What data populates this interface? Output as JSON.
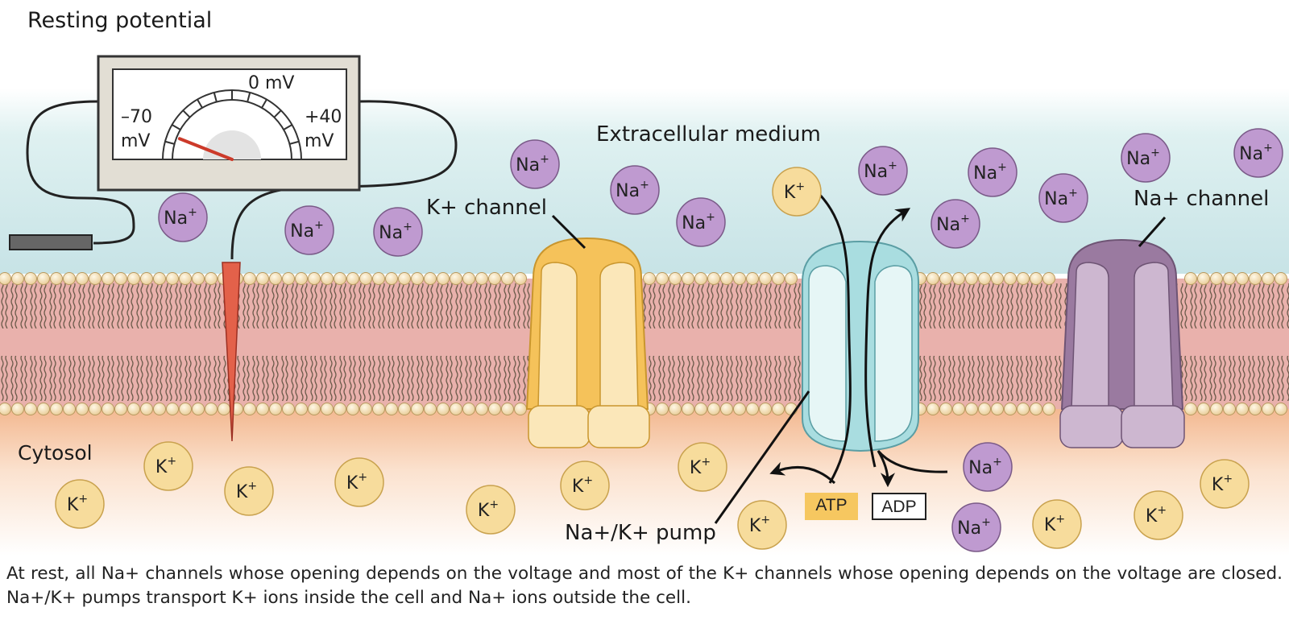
{
  "title": "Resting potential",
  "regions": {
    "extracellular": "Extracellular medium",
    "cytosol": "Cytosol"
  },
  "proteins": {
    "k_channel": "K+ channel",
    "na_channel": "Na+ channel",
    "pump": "Na+/K+ pump"
  },
  "meter": {
    "left_value": "–70",
    "left_unit": "mV",
    "center": "0 mV",
    "right_value": "+40",
    "right_unit": "mV",
    "reading_mv": -70
  },
  "energy": {
    "atp": "ATP",
    "adp": "ADP"
  },
  "ions": {
    "na": "Na",
    "k": "K",
    "charge": "+"
  },
  "caption": "At rest, all Na+ channels whose opening depends on the voltage and most of the K+ channels whose opening depends on the voltage are closed. Na+/K+ pumps transport K+ ions inside the cell and Na+ ions outside the cell.",
  "colors": {
    "na_ion": "#bf9ad0",
    "k_ion": "#f7dc9c",
    "k_channel": "#f5c25a",
    "na_channel": "#9a7aa0",
    "pump": "#a9dde0",
    "membrane": "#e9b1ac",
    "electrode": "#e3614a"
  }
}
